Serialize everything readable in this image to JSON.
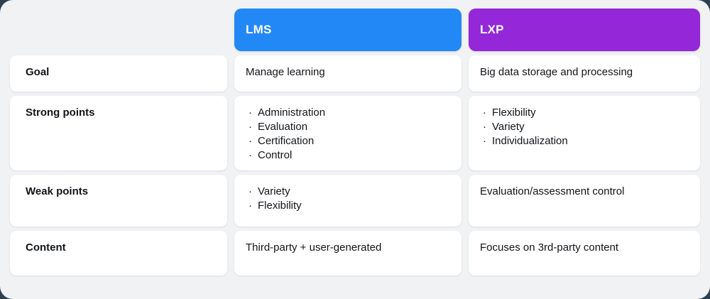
{
  "table": {
    "headers": {
      "label_column": "",
      "columns": [
        {
          "label": "LMS",
          "color": "#2288f5"
        },
        {
          "label": "LXP",
          "color": "#9427d8"
        }
      ]
    },
    "bullet_glyph": "·",
    "rows": [
      {
        "label": "Goal",
        "lms": {
          "kind": "text",
          "text": "Manage learning"
        },
        "lxp": {
          "kind": "text",
          "text": "Big data storage and processing"
        }
      },
      {
        "label": "Strong points",
        "lms": {
          "kind": "list",
          "items": [
            "Administration",
            "Evaluation",
            "Certification",
            "Control"
          ]
        },
        "lxp": {
          "kind": "list",
          "items": [
            "Flexibility",
            "Variety",
            "Individualization"
          ]
        }
      },
      {
        "label": "Weak points",
        "lms": {
          "kind": "list",
          "items": [
            "Variety",
            "Flexibility"
          ]
        },
        "lxp": {
          "kind": "text",
          "text": "Evaluation/assessment control"
        }
      },
      {
        "label": "Content",
        "lms": {
          "kind": "text",
          "text": "Third-party + user-generated"
        },
        "lxp": {
          "kind": "text",
          "text": "Focuses on 3rd-party content"
        }
      }
    ]
  },
  "theme": {
    "surface_background": "#f1f2f4",
    "card_background": "#ffffff",
    "text_color": "#111418"
  }
}
